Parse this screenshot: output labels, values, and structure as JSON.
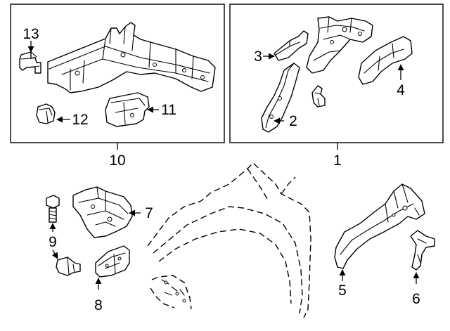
{
  "callouts": {
    "c1": "1",
    "c2": "2",
    "c3": "3",
    "c4": "4",
    "c5": "5",
    "c6": "6",
    "c7": "7",
    "c8": "8",
    "c9": "9",
    "c10": "10",
    "c11": "11",
    "c12": "12",
    "c13": "13"
  },
  "colors": {
    "ink": "#000000",
    "paper": "#ffffff"
  }
}
